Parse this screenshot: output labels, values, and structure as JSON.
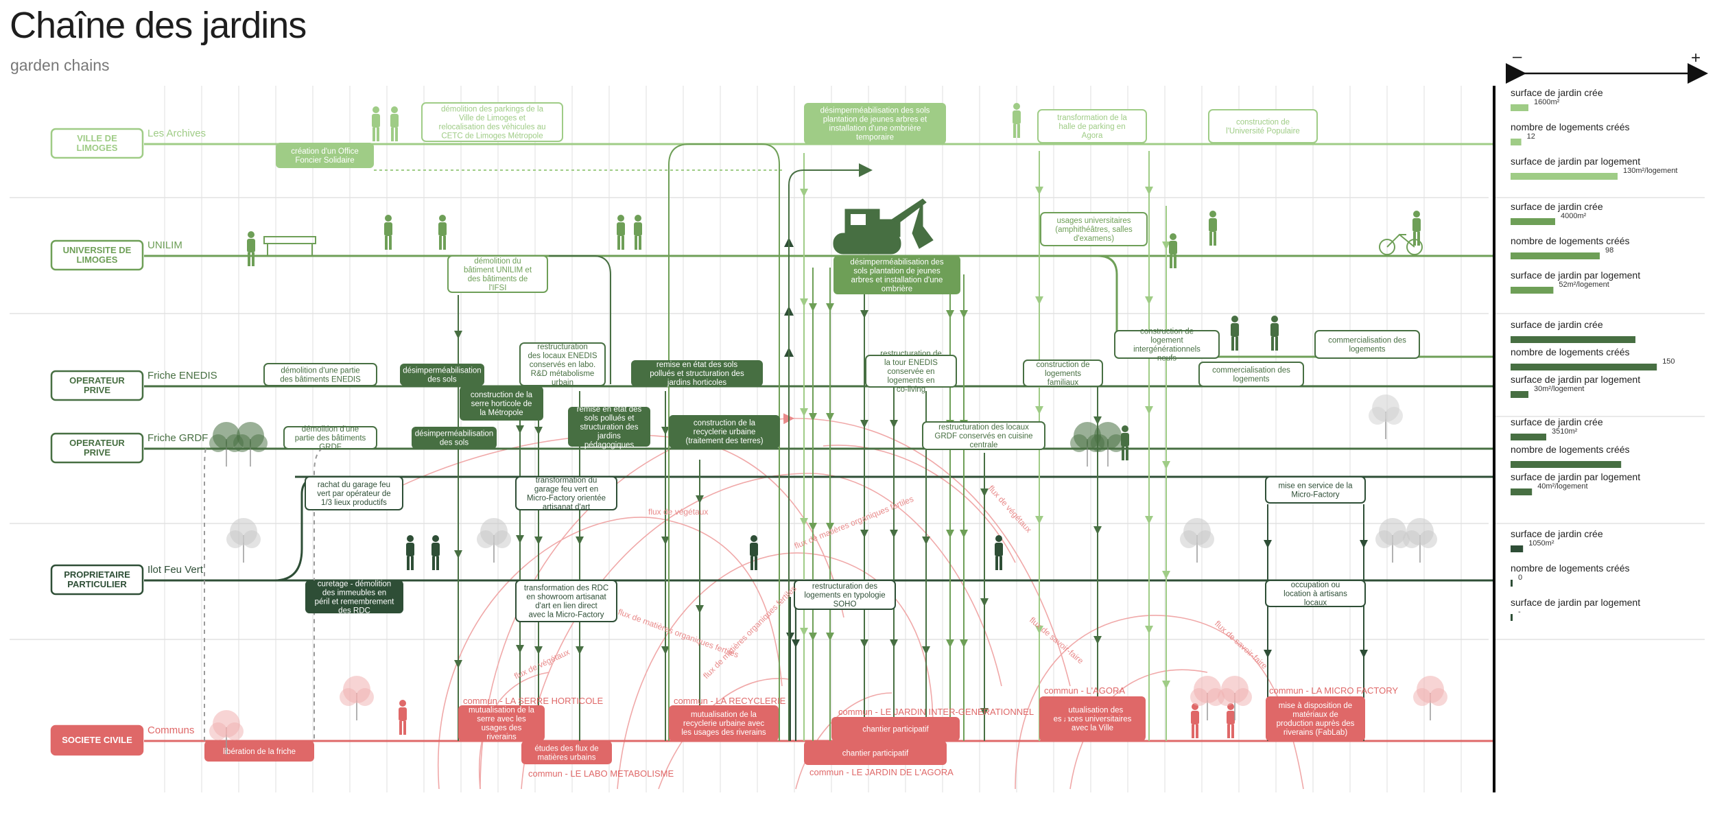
{
  "title": "Chaîne des jardins",
  "subtitle": "garden chains",
  "colors": {
    "lane1": "#9fcc86",
    "lane2": "#6e9f57",
    "lane3": "#476f42",
    "lane4": "#2e4e36",
    "lane5": "#df6868",
    "grid": "#d8d8d8",
    "lines": "#e0e0e0"
  },
  "lanes": [
    {
      "actor": "VILLE DE LIMOGES",
      "site": "Les Archives"
    },
    {
      "actor": "UNIVERSITE DE LIMOGES",
      "site": "UNILIM"
    },
    {
      "actor": "OPERATEUR PRIVE",
      "site": "Friche ENEDIS"
    },
    {
      "actor": "OPERATEUR PRIVE",
      "site": "Friche GRDF"
    },
    {
      "actor": "PROPRIETAIRE PARTICULIER",
      "site": "Ilot Feu Vert"
    },
    {
      "actor": "SOCIETE CIVILE",
      "site": "Communs"
    }
  ],
  "actions": {
    "a1": "création d'un Office Foncier Solidaire",
    "a2": "démolition des parkings de la Ville de Limoges et relocalisation des véhicules au CETC de Limoges Métropole",
    "a3": "désimperméabilisation des sols plantation de jeunes arbres et installation d'une ombrière temporaire",
    "a4": "transformation de la halle de parking en Agora",
    "a5": "construction de l'Université Populaire",
    "a6": "démolition du bâtiment UNILIM et des bâtiments de l'IFSI",
    "a7": "désimperméabilisation des sols plantation de jeunes arbres et installation d'une ombrière",
    "a8": "usages universitaires (amphithéâtres, salles d'examens)",
    "a9": "démolition d'une partie des bâtiments ENEDIS",
    "a10": "désimperméabilisation des sols",
    "a11": "construction de la serre horticole de la Métropole",
    "a12": "restructuration des locaux ENEDIS conservés en labo. R&D métabolisme urbain",
    "a13": "remise en état des sols pollués et structuration des jardins horticoles",
    "a14": "restructuration de la tour ENEDIS conservée en logements en co-living",
    "a15": "construction de logements familiaux",
    "a16": "construction de logement intergénérationnels neufs",
    "a17": "commercialisation des logements",
    "a18": "commercialisation des logements",
    "a19": "démolition d'une partie des bâtiments GRDF",
    "a20": "désimperméabilisation des sols",
    "a21": "remise en état des sols pollués et structuration des jardins pédagogiques",
    "a22": "construction de la recyclerie urbaine (traitement des terres)",
    "a23": "restructuration des locaux GRDF conservés en cuisine centrale",
    "a24": "rachat du garage feu vert par opérateur de 1/3 lieux productifs",
    "a25": "transformation du garage feu vert en Micro-Factory orientée artisanat d'art",
    "a26": "mise en service de la Micro-Factory",
    "a27": "curetage - démolition des immeubles en péril et remembrement des RDC",
    "a28": "transformation des RDC en showroom artisanat d'art en lien direct avec la Micro-Factory",
    "a29": "restructuration des logements en typologie SOHO",
    "a30": "occupation ou location à artisans locaux",
    "a31": "libération de la friche",
    "a32": "mutualisation de la serre avec les usages des riverains",
    "a33": "études des flux de matières urbains",
    "a34": "mutualisation de la recyclerie urbaine avec les usages des riverains",
    "a35": "chantier participatif",
    "a36": "chantier participatif",
    "a37": "mutualisation des espaces universitaires avec la Ville",
    "a38": "mise à disposition de matériaux de production auprès des riverains (FabLab)"
  },
  "communs": {
    "c1": "commun - LA SERRE HORTICOLE",
    "c2": "commun - LA RECYCLERIE",
    "c3": "commun - LE JARDIN INTER-GENERATIONNEL",
    "c4": "commun - L'AGORA",
    "c5": "commun - LA MICRO FACTORY",
    "c6": "commun - LE LABO METABOLISME",
    "c7": "commun - LE JARDIN DE L'AGORA"
  },
  "flows": {
    "f1": "flux de végétaux",
    "f2": "flux de matières organiques fertiles",
    "f3": "flux de végétaux",
    "f4": "flux de matières organiques fertiles",
    "f5": "flux de végétaux",
    "f6": "flux de matières organiques fertiles",
    "f7": "flux de savoir-faire",
    "f8": "flux de savoir-faire"
  },
  "scale": {
    "minus": "–",
    "plus": "+"
  },
  "stats": {
    "garden_label": "surface de jardin crée",
    "housing_label": "nombre de logements créés",
    "ratio_label": "surface de jardin par logement",
    "groups": [
      {
        "garden": "1600m²",
        "housing": "12",
        "ratio": "130m²/logement",
        "garden_frac": 0.1,
        "housing_frac": 0.06,
        "ratio_frac": 0.6
      },
      {
        "garden": "4000m²",
        "housing": "98",
        "ratio": "52m²/logement",
        "garden_frac": 0.25,
        "housing_frac": 0.5,
        "ratio_frac": 0.24
      },
      {
        "garden": "",
        "housing": "150",
        "ratio": "30m²/logement",
        "garden_frac": 0.7,
        "housing_frac": 0.82,
        "ratio_frac": 0.1
      },
      {
        "garden": "3510m²",
        "housing": "",
        "ratio": "40m²/logement",
        "garden_frac": 0.2,
        "housing_frac": 0.62,
        "ratio_frac": 0.12
      },
      {
        "garden": "1050m²",
        "housing": "0",
        "ratio": "-",
        "garden_frac": 0.07,
        "housing_frac": 0.0,
        "ratio_frac": 0.0
      }
    ]
  }
}
